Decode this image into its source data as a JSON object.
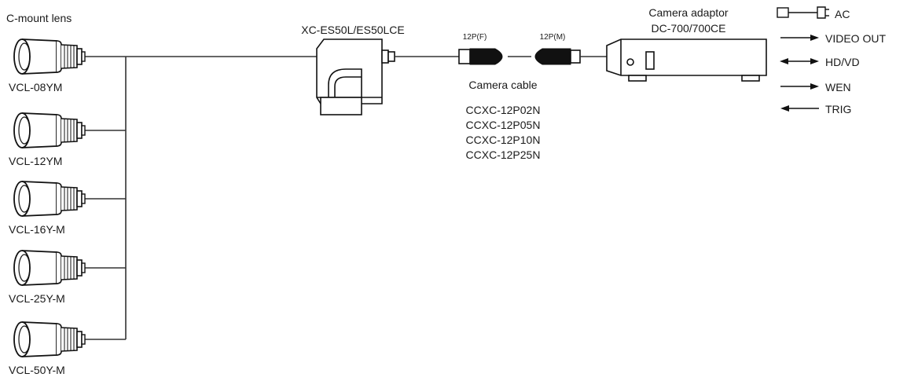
{
  "lens": {
    "group_label": "C-mount lens",
    "models": [
      "VCL-08YM",
      "VCL-12YM",
      "VCL-16Y-M",
      "VCL-25Y-M",
      "VCL-50Y-M"
    ]
  },
  "camera": {
    "model": "XC-ES50L/ES50LCE"
  },
  "cable": {
    "title": "Camera cable",
    "models": [
      "CCXC-12P02N",
      "CCXC-12P05N",
      "CCXC-12P10N",
      "CCXC-12P25N"
    ],
    "connector_female": "12P(F)",
    "connector_male": "12P(M)"
  },
  "adaptor": {
    "title": "Camera adaptor",
    "model": "DC-700/700CE"
  },
  "signals": [
    {
      "label": "AC",
      "icon": "ac-plug-icon"
    },
    {
      "label": "VIDEO OUT",
      "icon": "arrow-right-icon"
    },
    {
      "label": "HD/VD",
      "icon": "arrow-both-icon"
    },
    {
      "label": "WEN",
      "icon": "arrow-right-icon"
    },
    {
      "label": "TRIG",
      "icon": "arrow-left-icon"
    }
  ]
}
